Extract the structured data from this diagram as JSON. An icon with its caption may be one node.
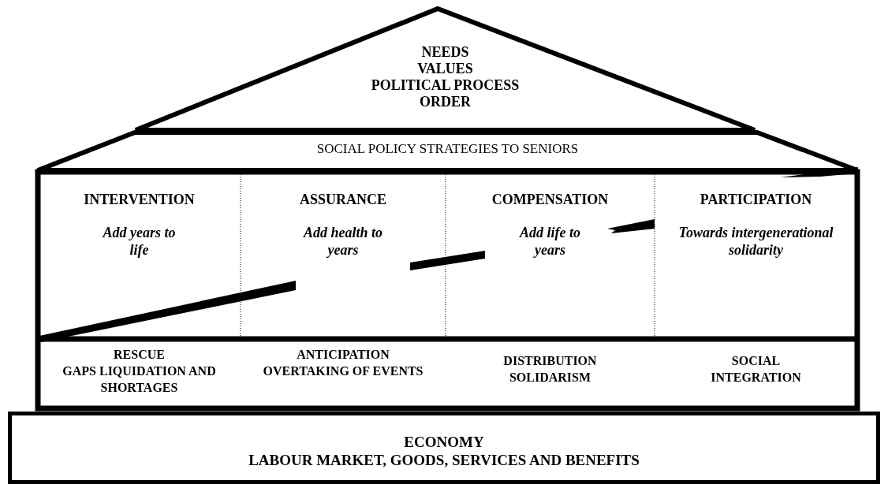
{
  "diagram": {
    "nodes": [
      {
        "text": [
          "NEEDS",
          "VALUES",
          "POLITICAL PROCESS",
          "ORDER"
        ]
      },
      {
        "text": [
          "SOCIAL POLICY STRATEGIES TO SENIORS"
        ]
      },
      {
        "text": [
          "INTERVENTION",
          "Add years to life"
        ]
      },
      {
        "text": [
          "ASSURANCE",
          "Add health to years"
        ]
      },
      {
        "text": [
          "COMPENSATION",
          "Add life to years"
        ]
      },
      {
        "text": [
          "PARTICIPATION",
          "Towards intergenerational solidarity"
        ]
      },
      {
        "text": [
          "RESCUE",
          "GAPS LIQUIDATION AND SHORTAGES"
        ]
      },
      {
        "text": [
          "ANTICIPATION",
          "OVERTAKING OF EVENTS"
        ]
      },
      {
        "text": [
          "DISTRIBUTION",
          "SOLIDARISM"
        ]
      },
      {
        "text": [
          "SOCIAL INTEGRATION"
        ]
      },
      {
        "text": [
          "ECONOMY",
          "LABOUR MARKET, GOODS, SERVICES AND BENEFITS"
        ]
      }
    ],
    "edges": []
  }
}
